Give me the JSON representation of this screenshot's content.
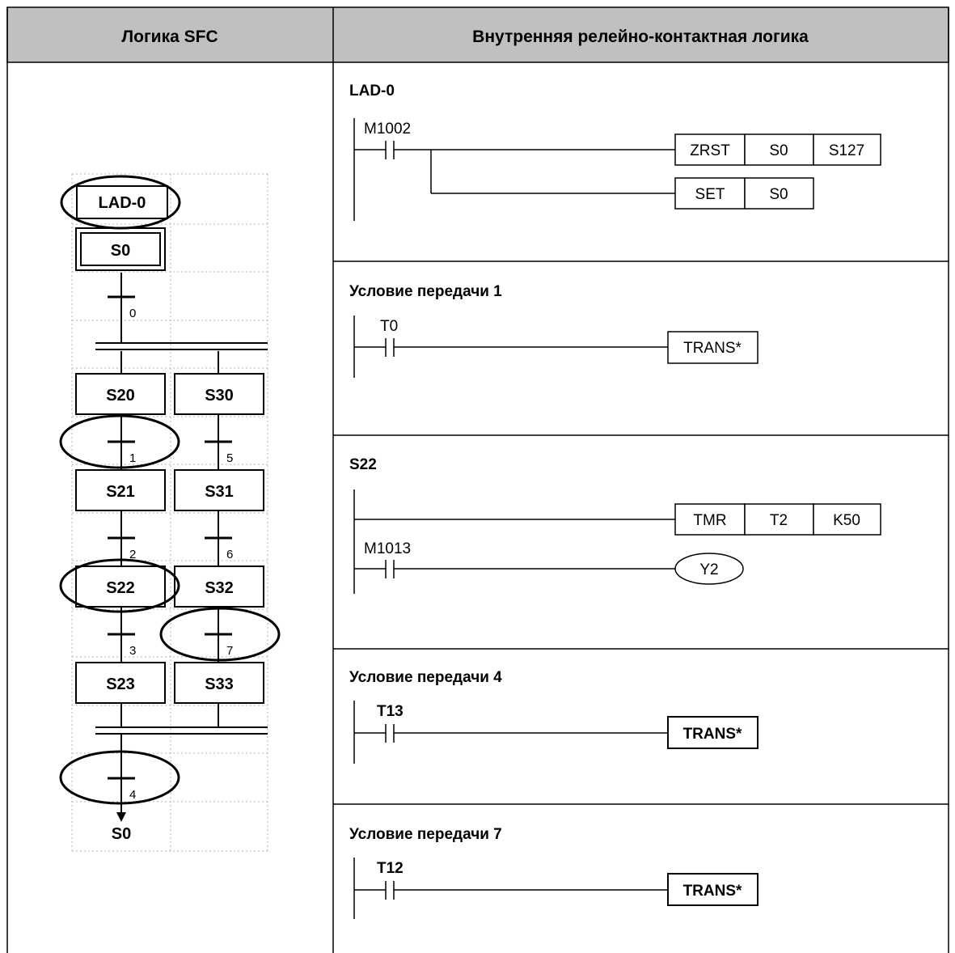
{
  "header": {
    "left": "Логика SFC",
    "right": "Внутренняя релейно-контактная логика"
  },
  "sfc": {
    "lad_label": "LAD-0",
    "steps": {
      "s0": "S0",
      "s20": "S20",
      "s30": "S30",
      "s21": "S21",
      "s31": "S31",
      "s22": "S22",
      "s32": "S32",
      "s23": "S23",
      "s33": "S33",
      "s0_jump": "S0"
    },
    "transitions": {
      "t0": "0",
      "t1": "1",
      "t5": "5",
      "t2": "2",
      "t6": "6",
      "t3": "3",
      "t7": "7",
      "t4": "4"
    }
  },
  "ladder": {
    "lad0": {
      "title": "LAD-0",
      "contact": "M1002",
      "row1": [
        "ZRST",
        "S0",
        "S127"
      ],
      "row2": [
        "SET",
        "S0"
      ]
    },
    "cond1": {
      "title": "Условие передачи 1",
      "contact": "T0",
      "output": "TRANS*"
    },
    "s22": {
      "title": "S22",
      "row1": [
        "TMR",
        "T2",
        "K50"
      ],
      "contact": "M1013",
      "coil": "Y2"
    },
    "cond4": {
      "title": "Условие передачи 4",
      "contact": "T13",
      "output": "TRANS*"
    },
    "cond7": {
      "title": "Условие передачи 7",
      "contact": "T12",
      "output": "TRANS*"
    }
  }
}
